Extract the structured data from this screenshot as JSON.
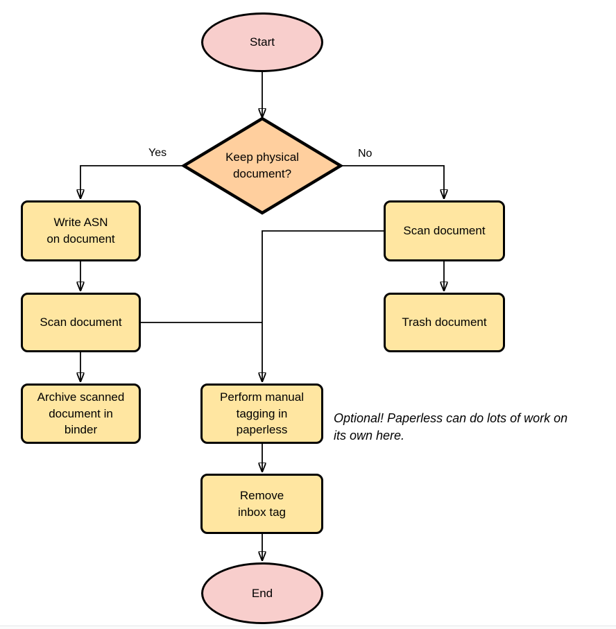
{
  "colors": {
    "terminal_fill": "#f8cecc",
    "process_fill": "#ffe6a1",
    "decision_fill": "#ffcf9e",
    "stroke": "#000000"
  },
  "nodes": {
    "start": {
      "label": "Start"
    },
    "decision": {
      "label": "Keep physical\ndocument?"
    },
    "write_asn": {
      "label": "Write ASN\non document"
    },
    "scan_left": {
      "label": "Scan document"
    },
    "archive": {
      "label": "Archive scanned\ndocument in\nbinder"
    },
    "scan_right": {
      "label": "Scan document"
    },
    "trash": {
      "label": "Trash document"
    },
    "tagging": {
      "label": "Perform manual\ntagging in\npaperless"
    },
    "remove_inbox": {
      "label": "Remove\ninbox tag"
    },
    "end": {
      "label": "End"
    }
  },
  "edges": {
    "yes_label": "Yes",
    "no_label": "No"
  },
  "annotation": {
    "text": "Optional! Paperless can do lots of work on\nits own here."
  }
}
